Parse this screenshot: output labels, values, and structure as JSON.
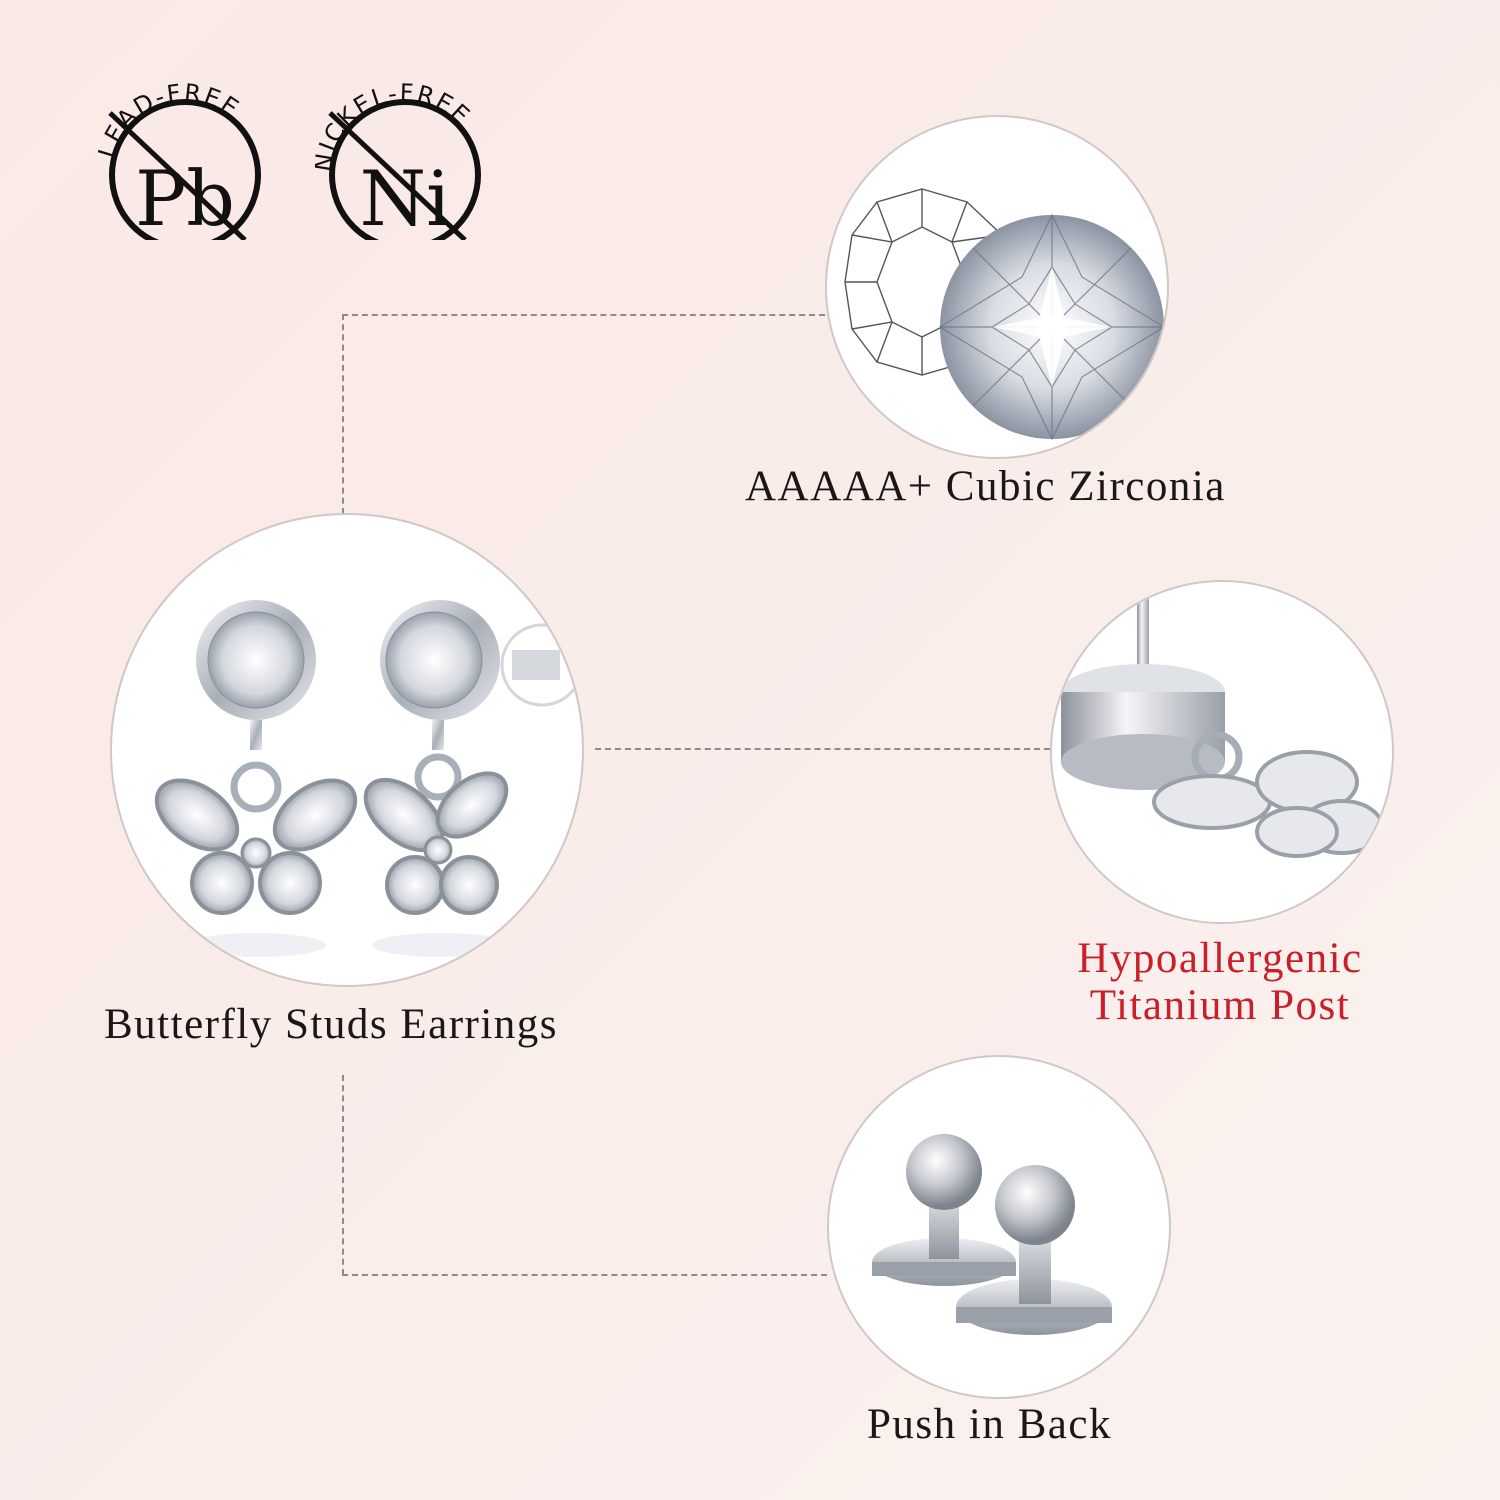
{
  "badges": [
    {
      "text": "LEAD-FREE",
      "symbol": "Pb"
    },
    {
      "text": "NICKEL-FREE",
      "symbol": "Ni"
    }
  ],
  "features": {
    "zirconia_label": "AAAAA+ Cubic Zirconia",
    "product_label": "Butterfly Studs Earrings",
    "post_label_line1": "Hypoallergenic",
    "post_label_line2": "Titanium Post",
    "back_label": "Push in Back"
  },
  "colors": {
    "background": "#fbe9e6",
    "accent_red": "#c8202a",
    "text": "#1b1717",
    "dash": "#8f8b8b"
  }
}
